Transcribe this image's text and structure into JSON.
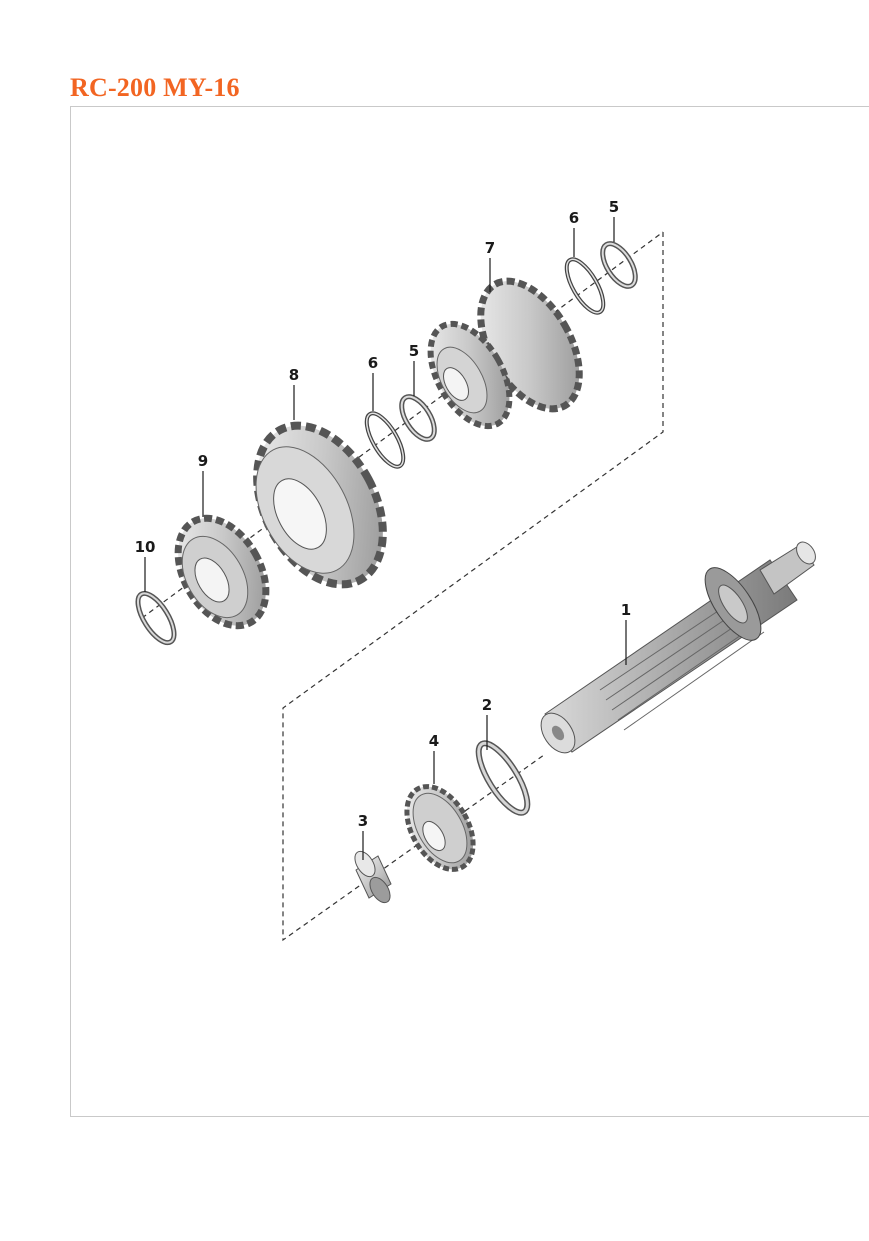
{
  "header": {
    "title": "RC-200 MY-16",
    "title_color": "#f26522"
  },
  "callouts": [
    {
      "id": "c1",
      "label": "1"
    },
    {
      "id": "c2",
      "label": "2"
    },
    {
      "id": "c3",
      "label": "3"
    },
    {
      "id": "c4",
      "label": "4"
    },
    {
      "id": "c5a",
      "label": "5"
    },
    {
      "id": "c5b",
      "label": "5"
    },
    {
      "id": "c6a",
      "label": "6"
    },
    {
      "id": "c6b",
      "label": "6"
    },
    {
      "id": "c7",
      "label": "7"
    },
    {
      "id": "c8",
      "label": "8"
    },
    {
      "id": "c9",
      "label": "9"
    },
    {
      "id": "c10",
      "label": "10"
    }
  ]
}
